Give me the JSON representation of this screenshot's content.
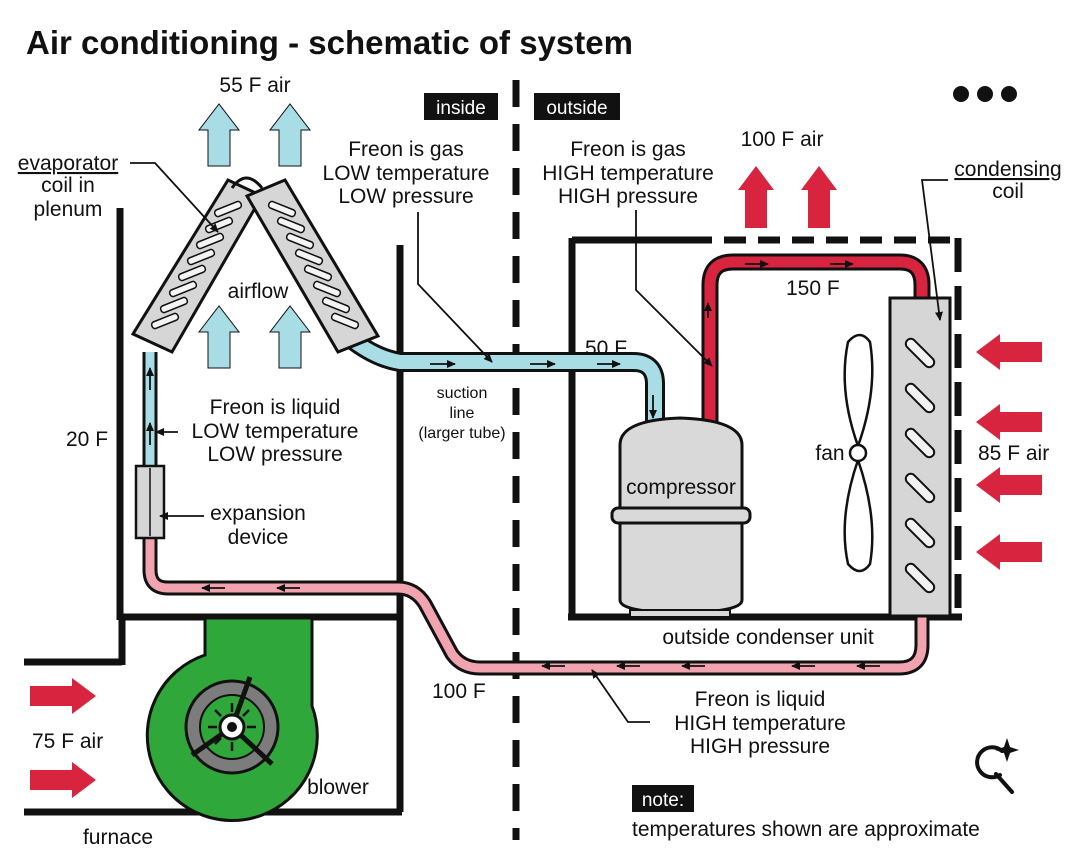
{
  "title": "Air conditioning - schematic of system",
  "tags": {
    "inside": "inside",
    "outside": "outside",
    "note": "note:"
  },
  "air": {
    "top_left": "55 F air",
    "top_right": "100 F air",
    "right_in": "85 F air",
    "left_in": "75 F air"
  },
  "labels": {
    "evaporator": [
      "evaporator",
      "coil in",
      "plenum"
    ],
    "condensing": [
      "condensing",
      "coil"
    ],
    "airflow": "airflow",
    "gas_low": [
      "Freon is gas",
      "LOW temperature",
      "LOW pressure"
    ],
    "gas_high": [
      "Freon is gas",
      "HIGH temperature",
      "HIGH pressure"
    ],
    "liquid_low": [
      "Freon is liquid",
      "LOW temperature",
      "LOW pressure"
    ],
    "liquid_high": [
      "Freon is liquid",
      "HIGH temperature",
      "HIGH pressure"
    ],
    "suction": [
      "suction",
      "line",
      "(larger tube)"
    ],
    "expansion": [
      "expansion",
      "device"
    ],
    "compressor": "compressor",
    "fan": "fan",
    "outside_unit": "outside condenser unit",
    "blower": "blower",
    "furnace": "furnace",
    "note_text": "temperatures shown are approximate"
  },
  "temps": {
    "t20": "20 F",
    "t50": "50 F",
    "t150": "150 F",
    "t100": "100 F"
  },
  "colors": {
    "cold": "#a8dde5",
    "hot": "#d9243f",
    "liquid_hot": "#f1a3b0",
    "blower": "#2fa73a",
    "coil": "#d6d6d6"
  },
  "icons": {
    "menu": "more-dots-icon",
    "search": "visual-search-icon"
  }
}
